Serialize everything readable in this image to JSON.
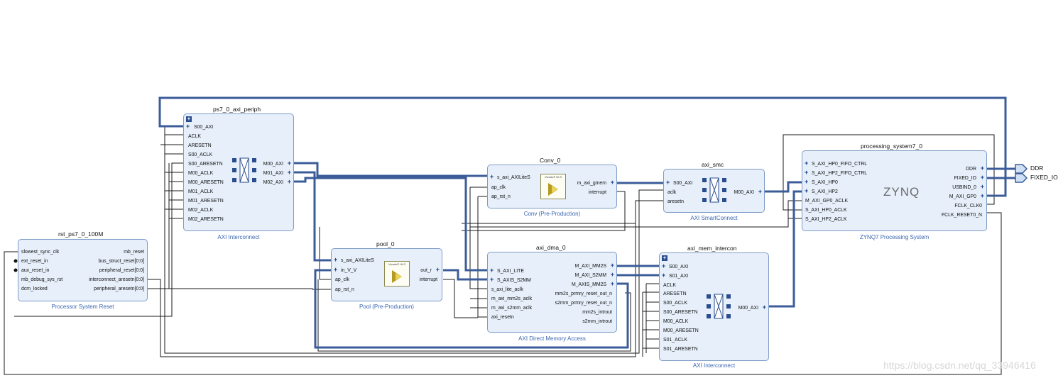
{
  "blocks": {
    "rst": {
      "title": "rst_ps7_0_100M",
      "subtitle": "Processor System Reset",
      "left_ports": [
        "slowest_sync_clk",
        "ext_reset_in",
        "aux_reset_in",
        "mb_debug_sys_rst",
        "dcm_locked"
      ],
      "right_ports": [
        "mb_reset",
        "bus_struct_reset[0:0]",
        "peripheral_reset[0:0]",
        "interconnect_aresetn[0:0]",
        "peripheral_aresetn[0:0]"
      ]
    },
    "periph": {
      "title": "ps7_0_axi_periph",
      "subtitle": "AXI Interconnect",
      "left_ports": [
        "S00_AXI",
        "ACLK",
        "ARESETN",
        "S00_ACLK",
        "S00_ARESETN",
        "M00_ACLK",
        "M00_ARESETN",
        "M01_ACLK",
        "M01_ARESETN",
        "M02_ACLK",
        "M02_ARESETN"
      ],
      "right_ports": [
        "M00_AXI",
        "M01_AXI",
        "M02_AXI"
      ]
    },
    "pool": {
      "title": "pool_0",
      "subtitle": "Pool (Pre-Production)",
      "left_ports": [
        "s_axi_AXILiteS",
        "in_V_V",
        "ap_clk",
        "ap_rst_n"
      ],
      "right_ports": [
        "out_r",
        "interrupt"
      ],
      "logo_text": "Vivado® HLS"
    },
    "conv": {
      "title": "Conv_0",
      "subtitle": "Conv (Pre-Production)",
      "left_ports": [
        "s_axi_AXILiteS",
        "ap_clk",
        "ap_rst_n"
      ],
      "right_ports": [
        "m_axi_gmem",
        "interrupt"
      ],
      "logo_text": "Vivado® HLS"
    },
    "dma": {
      "title": "axi_dma_0",
      "subtitle": "AXI Direct Memory Access",
      "left_ports": [
        "S_AXI_LITE",
        "S_AXIS_S2MM",
        "s_axi_lite_aclk",
        "m_axi_mm2s_aclk",
        "m_axi_s2mm_aclk",
        "axi_resetn"
      ],
      "right_ports": [
        "M_AXI_MM2S",
        "M_AXI_S2MM",
        "M_AXIS_MM2S",
        "mm2s_prmry_reset_out_n",
        "s2mm_prmry_reset_out_n",
        "mm2s_introut",
        "s2mm_introut"
      ]
    },
    "smc": {
      "title": "axi_smc",
      "subtitle": "AXI SmartConnect",
      "left_ports": [
        "S00_AXI",
        "aclk",
        "aresetn"
      ],
      "right_ports": [
        "M00_AXI"
      ]
    },
    "mem": {
      "title": "axi_mem_intercon",
      "subtitle": "AXI Interconnect",
      "left_ports": [
        "S00_AXI",
        "S01_AXI",
        "ACLK",
        "ARESETN",
        "S00_ACLK",
        "S00_ARESETN",
        "M00_ACLK",
        "M00_ARESETN",
        "S01_ACLK",
        "S01_ARESETN"
      ],
      "right_ports": [
        "M00_AXI"
      ]
    },
    "ps": {
      "title": "processing_system7_0",
      "subtitle": "ZYNQ7 Processing System",
      "left_ports": [
        "S_AXI_HP0_FIFO_CTRL",
        "S_AXI_HP2_FIFO_CTRL",
        "S_AXI_HP0",
        "S_AXI_HP2",
        "M_AXI_GP0_ACLK",
        "S_AXI_HP0_ACLK",
        "S_AXI_HP2_ACLK"
      ],
      "right_ports": [
        "DDR",
        "FIXED_IO",
        "USBIND_0",
        "M_AXI_GP0",
        "FCLK_CLK0",
        "FCLK_RESET0_N"
      ],
      "logo_text": "ZYNQ"
    }
  },
  "external_ports": [
    "DDR",
    "FIXED_IO"
  ],
  "watermark": "https://blog.csdn.net/qq_33946416",
  "colors": {
    "block_fill": "#e6effa",
    "block_border": "#7d9bc6",
    "bus": "#3b5c99",
    "net": "#1a1a1a",
    "subtitle": "#3a66b0"
  }
}
